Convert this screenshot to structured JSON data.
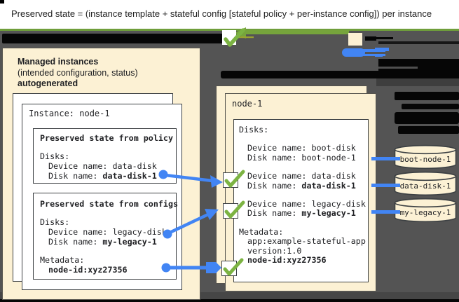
{
  "title": "Preserved state = (instance template + stateful config [stateful policy + per-instance config]) per instance",
  "left_panel": {
    "heading_line1": "Managed instances",
    "heading_line2": "(intended configuration, status)",
    "heading_line3": "autogenerated",
    "instance_title": "Instance: node-1",
    "policy_box": {
      "title": "Preserved state from policy",
      "disks_label": "Disks:",
      "device_line": "Device name: data-disk",
      "disk_name_label": "Disk name: ",
      "disk_name_value": "data-disk-1"
    },
    "configs_box": {
      "title": "Preserved state from configs",
      "disks_label": "Disks:",
      "device_line": "Device name: legacy-disk",
      "disk_name_label": "Disk name: ",
      "disk_name_value": "my-legacy-1",
      "metadata_label": "Metadata:",
      "metadata_value": "node-id:xyz27356"
    }
  },
  "node_panel": {
    "title": "node-1",
    "disks_label": "Disks:",
    "boot_device_line": "Device name: boot-disk",
    "boot_disk_line": "Disk name: boot-node-1",
    "data_device_line": "Device name: data-disk",
    "data_disk_label": "Disk name: ",
    "data_disk_value": "data-disk-1",
    "legacy_device_line": "Device name: legacy-disk",
    "legacy_disk_label": "Disk name: ",
    "legacy_disk_value": "my-legacy-1",
    "metadata_label": "Metadata:",
    "metadata_app": "app:example-stateful-app",
    "metadata_version": "version:1.0",
    "metadata_node_id": "node-id:xyz27356"
  },
  "disk_cylinders": [
    {
      "label": "boot-node-1"
    },
    {
      "label": "data-disk-1"
    },
    {
      "label": "my-legacy-1"
    }
  ],
  "colors": {
    "accent_green": "#7CB342",
    "accent_blue": "#4285F4",
    "panel_cream": "#FCF1D4",
    "background_gray": "#545454"
  }
}
